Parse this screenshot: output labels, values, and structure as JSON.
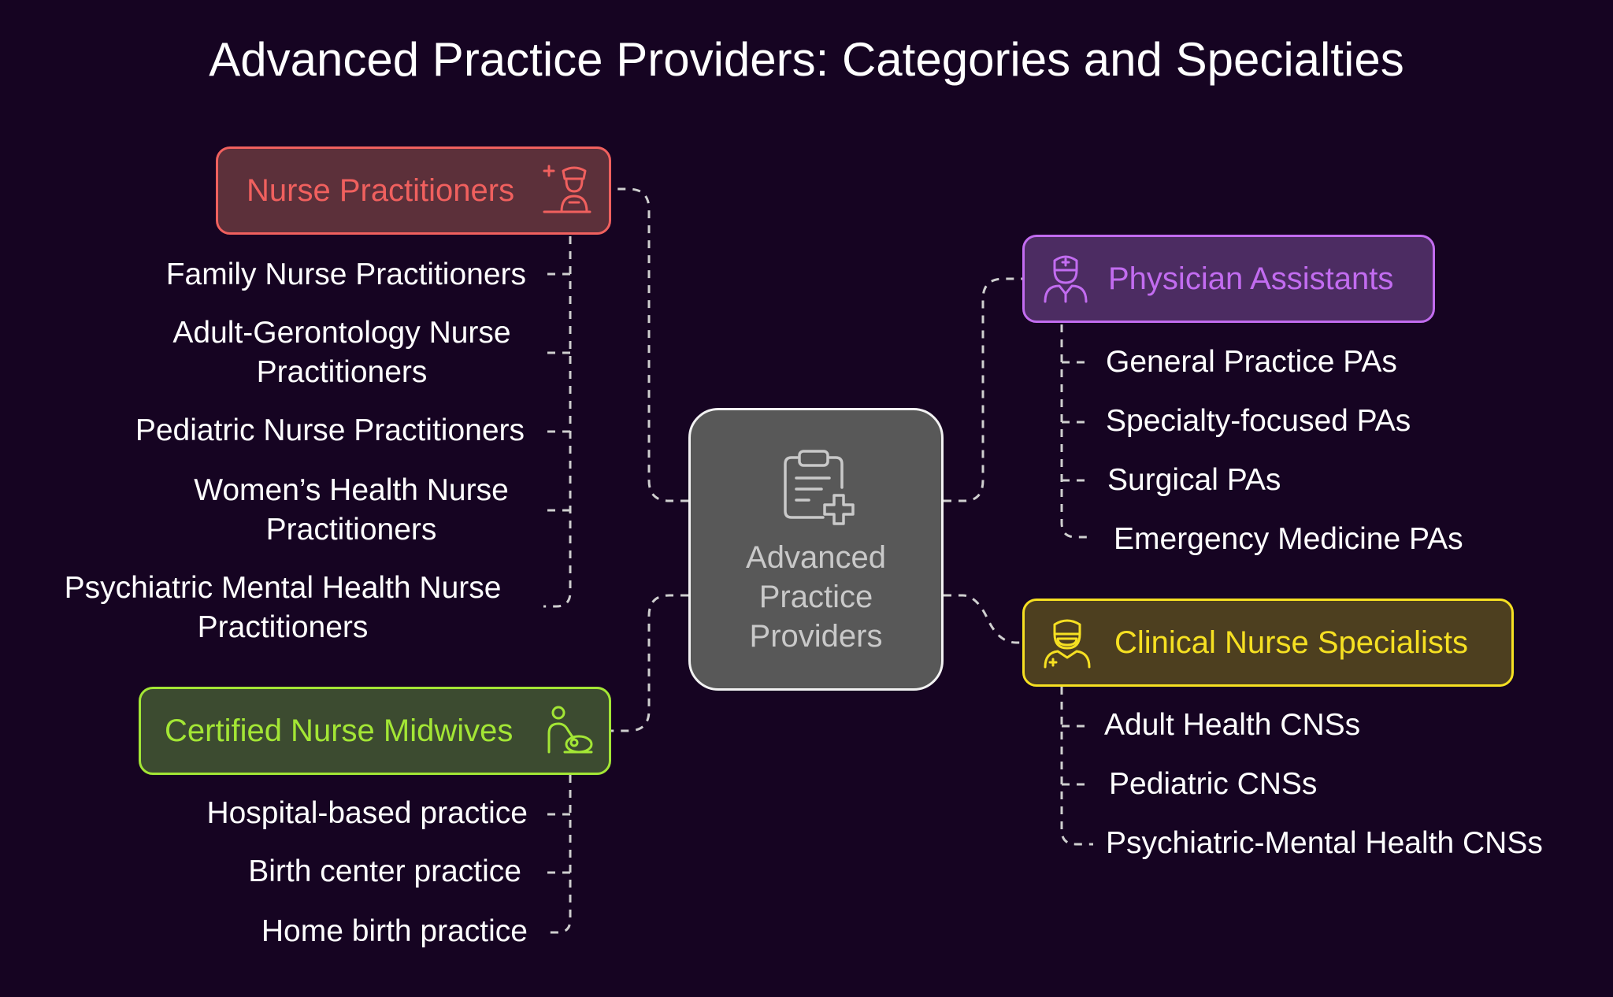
{
  "title": "Advanced Practice Providers: Categories and Specialties",
  "center": {
    "label_lines": [
      "Advanced",
      "Practice",
      "Providers"
    ],
    "icon": "clipboard-plus-icon"
  },
  "categories": {
    "nurse_practitioners": {
      "label": "Nurse Practitioners",
      "color": "#f0605e",
      "fill": "#5c303a",
      "icon": "nurse-plus-icon",
      "items": [
        [
          "Family Nurse Practitioners"
        ],
        [
          "Adult-Gerontology Nurse",
          "Practitioners"
        ],
        [
          "Pediatric Nurse Practitioners"
        ],
        [
          "Women’s Health Nurse",
          "Practitioners"
        ],
        [
          "Psychiatric Mental Health Nurse",
          "Practitioners"
        ]
      ]
    },
    "certified_nurse_midwives": {
      "label": "Certified Nurse Midwives",
      "color": "#a3e635",
      "fill": "#3c4b30",
      "icon": "midwife-baby-icon",
      "items": [
        [
          "Hospital-based practice"
        ],
        [
          "Birth center practice"
        ],
        [
          "Home birth practice"
        ]
      ]
    },
    "physician_assistants": {
      "label": "Physician Assistants",
      "color": "#c26cf0",
      "fill": "#4c2c62",
      "icon": "doctor-icon",
      "items": [
        [
          "General Practice PAs"
        ],
        [
          "Specialty-focused PAs"
        ],
        [
          "Surgical PAs"
        ],
        [
          "Emergency Medicine PAs"
        ]
      ]
    },
    "clinical_nurse_specialists": {
      "label": "Clinical Nurse Specialists",
      "color": "#f6e022",
      "fill": "#4d3f1f",
      "icon": "masked-nurse-icon",
      "items": [
        [
          "Adult Health CNSs"
        ],
        [
          "Pediatric CNSs"
        ],
        [
          "Psychiatric-Mental Health CNSs"
        ]
      ]
    }
  },
  "connector_color": "#cfcfcf"
}
